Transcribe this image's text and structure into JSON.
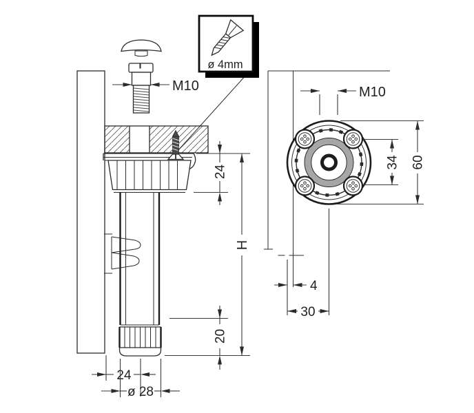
{
  "diagram": {
    "title_hidden": "",
    "side": {
      "bolt_thread": "M10",
      "plate_height": "24",
      "leg_height": "H",
      "foot_height": "20",
      "wall_offset": "24",
      "foot_diameter": "ø 28"
    },
    "inset": {
      "screw_spec": "ø 4mm"
    },
    "top": {
      "thread": "M10",
      "screw_spacing": "34",
      "outer_diameter": "60",
      "edge_distance": "4",
      "center_distance": "30"
    },
    "colors": {
      "line": "#2a2a2a",
      "metal_gray": "#a6a6a6",
      "shadow": "#000000"
    }
  }
}
